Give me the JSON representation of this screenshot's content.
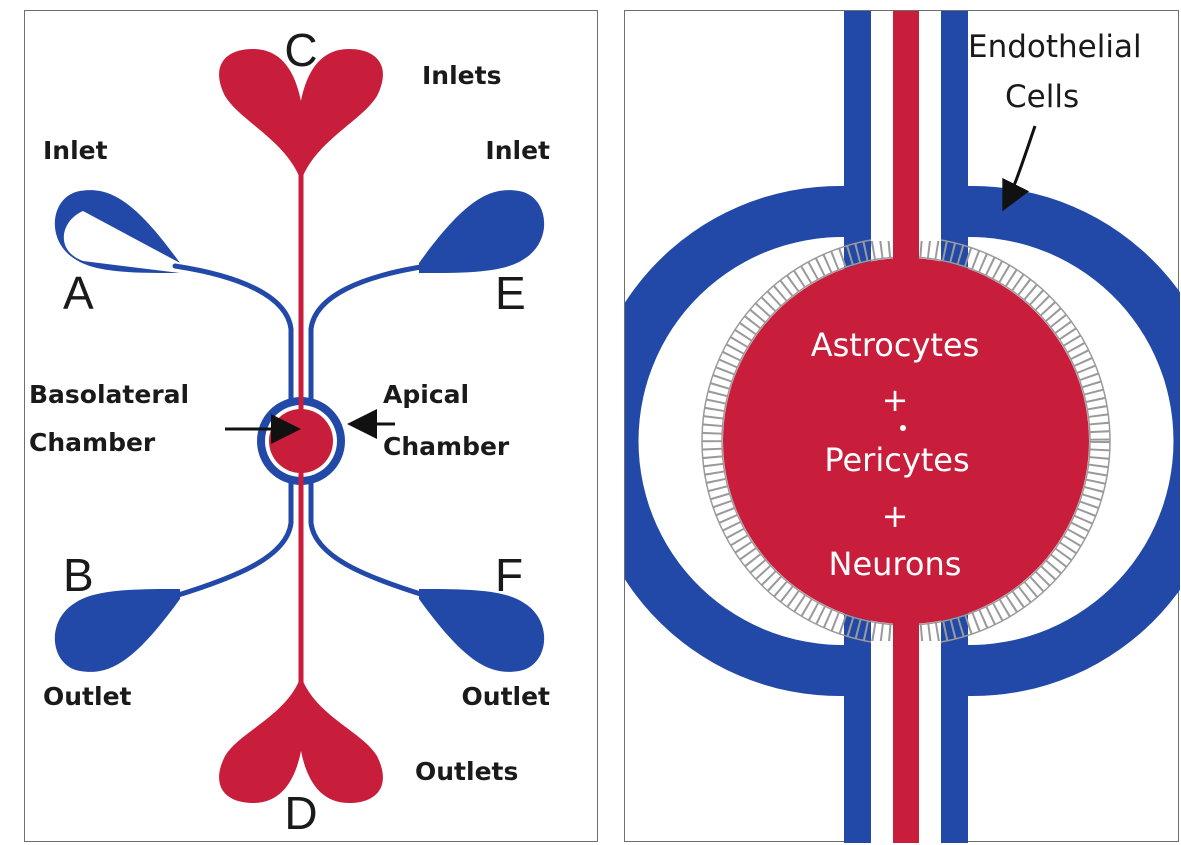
{
  "colors": {
    "red": "#c81d3b",
    "blue": "#2249a8",
    "tick": "#9a9a9a"
  },
  "left_panel": {
    "letters": {
      "a": "A",
      "b": "B",
      "c": "C",
      "d": "D",
      "e": "E",
      "f": "F"
    },
    "inlet_left": "Inlet",
    "inlet_right": "Inlet",
    "inlets_top": "Inlets",
    "outlet_left": "Outlet",
    "outlet_right": "Outlet",
    "outlets_bottom": "Outlets",
    "basolateral": {
      "line1": "Basolateral",
      "line2": "Chamber"
    },
    "apical": {
      "line1": "Apical",
      "line2": "Chamber"
    }
  },
  "right_panel": {
    "endothelial": {
      "line1": "Endothelial",
      "line2": "Cells"
    },
    "center": {
      "line1": "Astrocytes",
      "plus1": "+",
      "line2": "Pericytes",
      "plus2": "+",
      "line3": "Neurons"
    }
  }
}
